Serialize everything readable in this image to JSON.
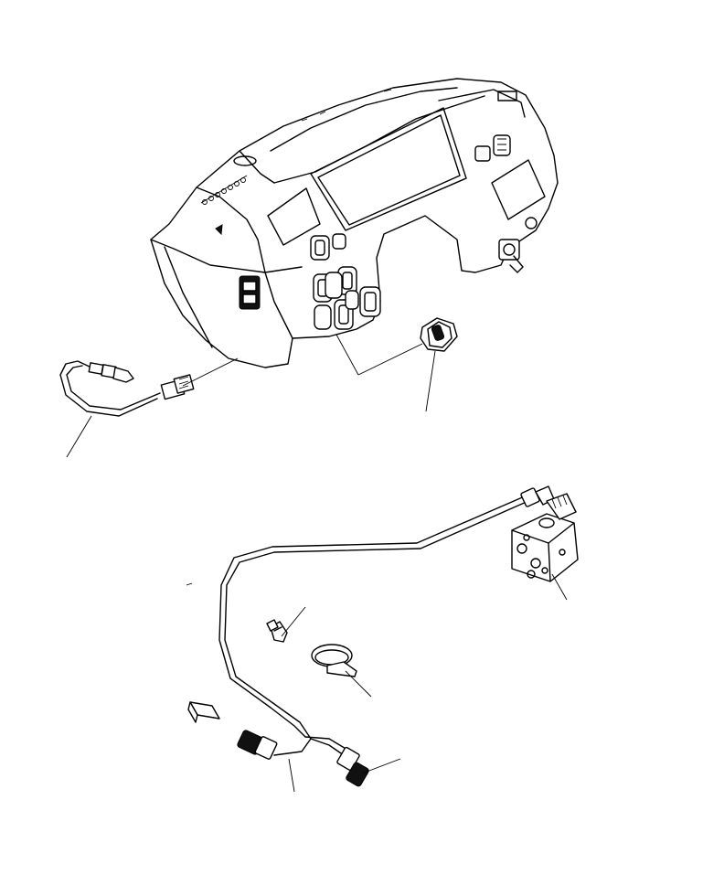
{
  "figure": {
    "background": "#ffffff",
    "line_color": "#000000",
    "parts": [
      {
        "id": "instrument-panel",
        "icon": "dashboard-console"
      },
      {
        "id": "panel-wiring-harness",
        "icon": "cable-with-connectors"
      },
      {
        "id": "rocker-switch",
        "icon": "rocker-switch"
      },
      {
        "id": "control-harness",
        "icon": "long-cable-harness"
      },
      {
        "id": "solenoid-valve",
        "icon": "valve-block"
      },
      {
        "id": "harness-clip",
        "icon": "clip"
      },
      {
        "id": "cable-tie",
        "icon": "cable-tie"
      },
      {
        "id": "connector-plug",
        "icon": "plug"
      },
      {
        "id": "loose-connector",
        "icon": "connector"
      }
    ]
  }
}
